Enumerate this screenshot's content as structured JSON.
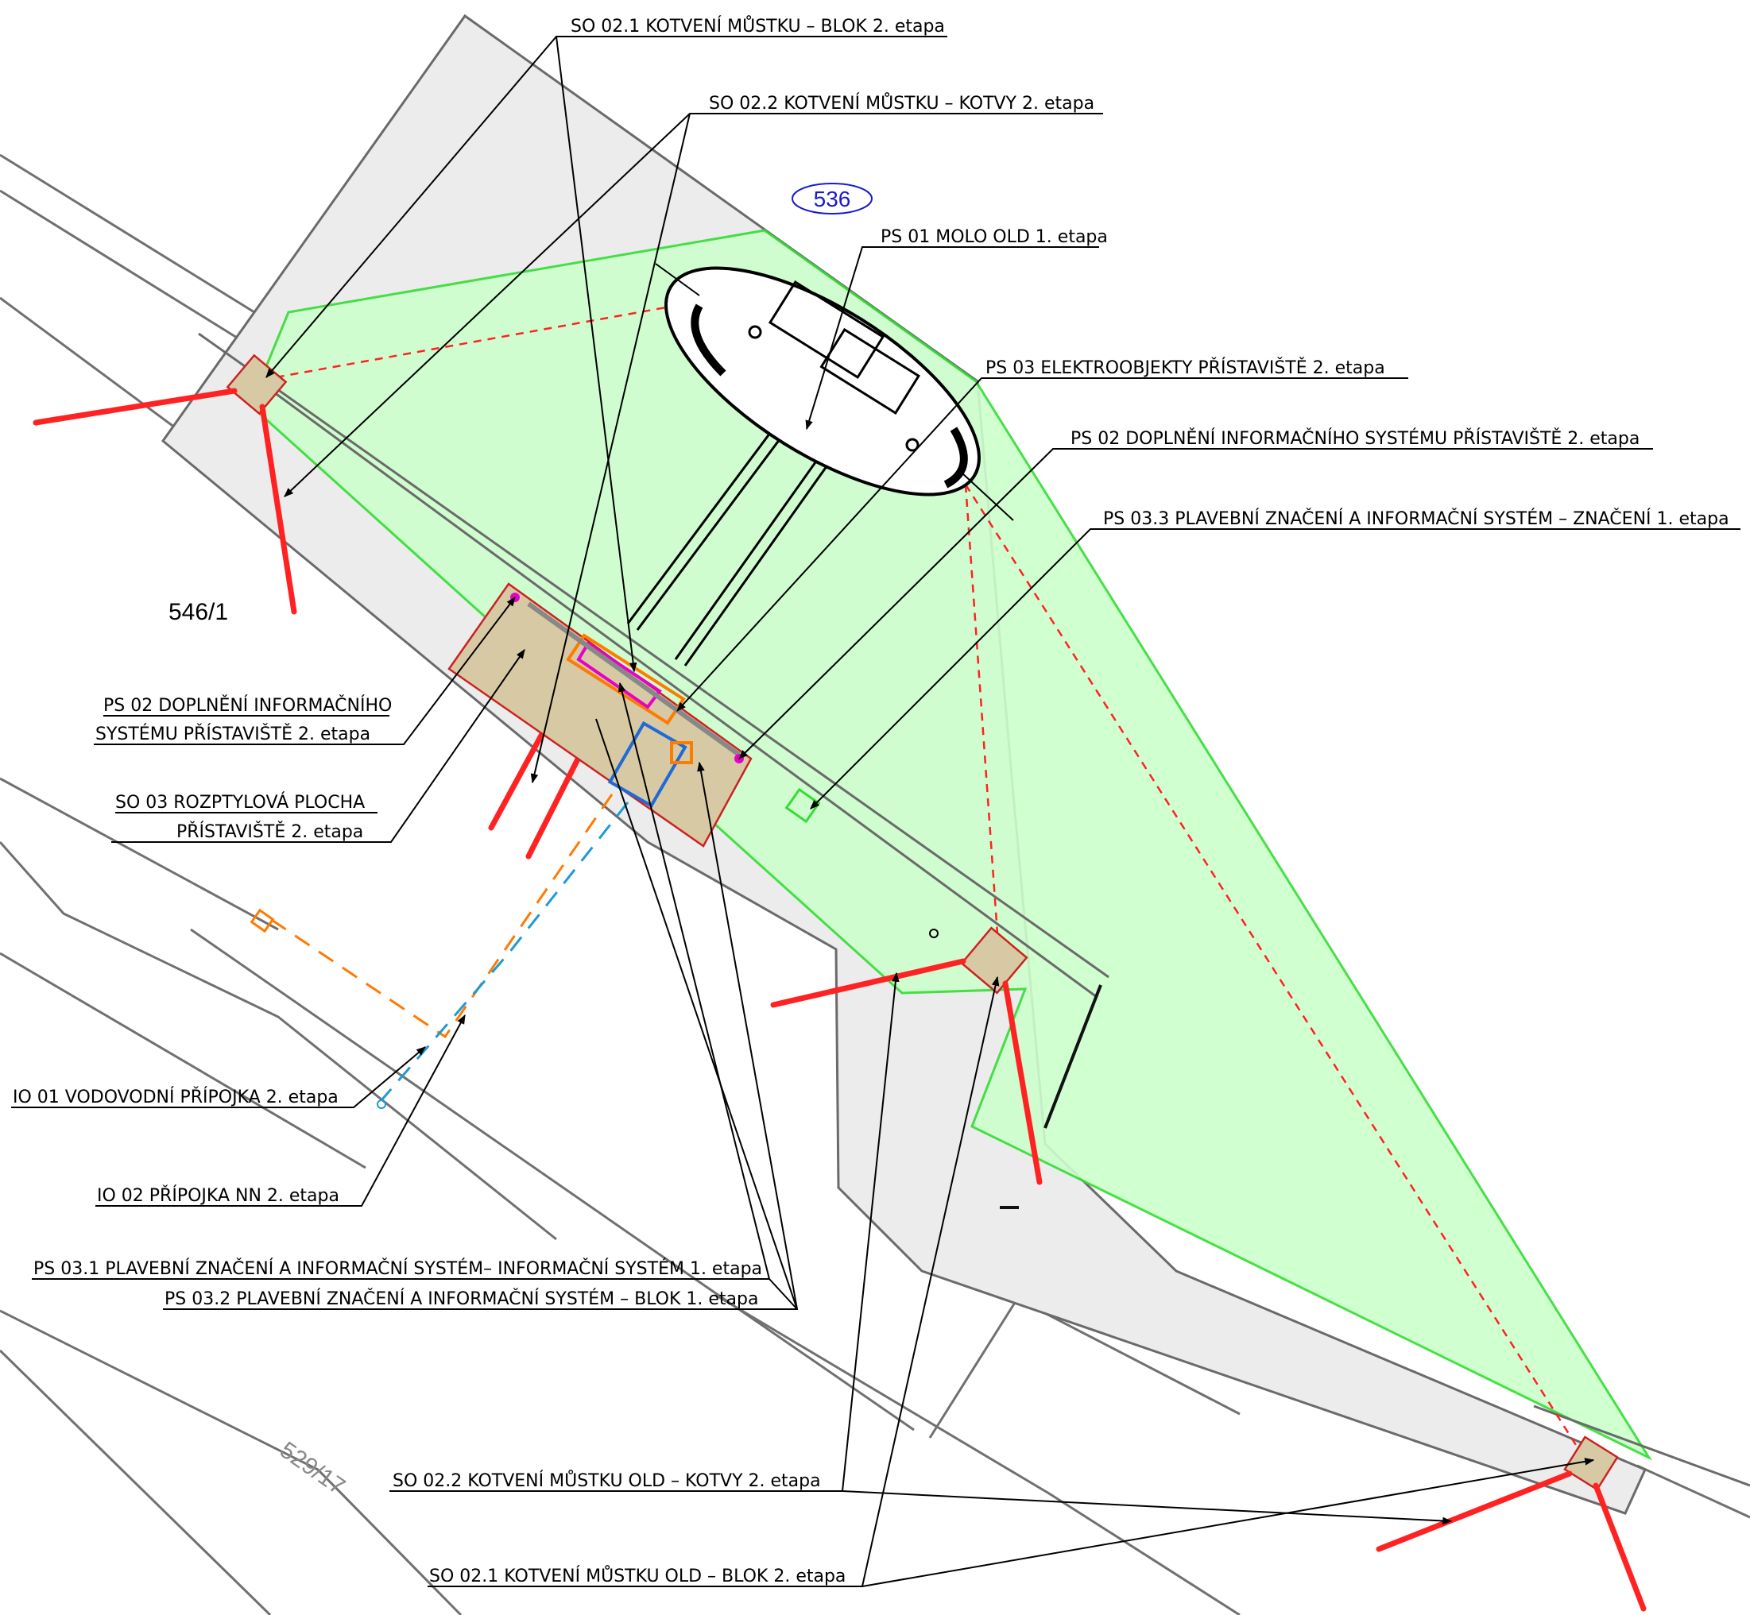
{
  "colors": {
    "site_fill": "#ececec",
    "green_zone": "#ccffcc",
    "green_line": "#33dd33",
    "anchor_red": "#ff2222",
    "block_fill": "#d6c9a3",
    "orange": "#ff7a00",
    "cyan": "#1e9ad6",
    "magenta": "#e600c8",
    "parcel_tag": "#1a1acc"
  },
  "parcels": {
    "p536": "536",
    "p546": "546/1",
    "p529": "529/17"
  },
  "labels": {
    "so021_top": "SO 02.1 KOTVENÍ MŮSTKU – BLOK 2. etapa",
    "so022_top": "SO 02.2 KOTVENÍ MŮSTKU – KOTVY 2. etapa",
    "ps01": "PS 01 MOLO OLD 1. etapa",
    "ps03": "PS 03 ELEKTROOBJEKTY PŘÍSTAVIŠTĚ 2. etapa",
    "ps02_right": "PS 02 DOPLNĚNÍ INFORMAČNÍHO SYSTÉMU PŘÍSTAVIŠTĚ 2. etapa",
    "ps033": "PS 03.3 PLAVEBNÍ ZNAČENÍ A INFORMAČNÍ SYSTÉM – ZNAČENÍ 1. etapa",
    "ps02_left_1": "PS 02 DOPLNĚNÍ INFORMAČNÍHO",
    "ps02_left_2": "SYSTÉMU PŘÍSTAVIŠTĚ 2. etapa",
    "so03_1": "SO 03 ROZPTYLOVÁ  PLOCHA",
    "so03_2": "PŘÍSTAVIŠTĚ 2. etapa",
    "io01": "IO 01 VODOVODNÍ PŘÍPOJKA 2. etapa",
    "io02": "IO 02 PŘÍPOJKA NN 2. etapa",
    "ps031": "PS 03.1 PLAVEBNÍ ZNAČENÍ A INFORMAČNÍ SYSTÉM– INFORMAČNÍ SYSTÉM 1. etapa",
    "ps032": "PS 03.2 PLAVEBNÍ ZNAČENÍ A INFORMAČNÍ SYSTÉM – BLOK 1. etapa",
    "so022_old": "SO 02.2 KOTVENÍ MŮSTKU OLD – KOTVY 2. etapa",
    "so021_old": "SO 02.1 KOTVENÍ MŮSTKU OLD – BLOK 2. etapa"
  }
}
